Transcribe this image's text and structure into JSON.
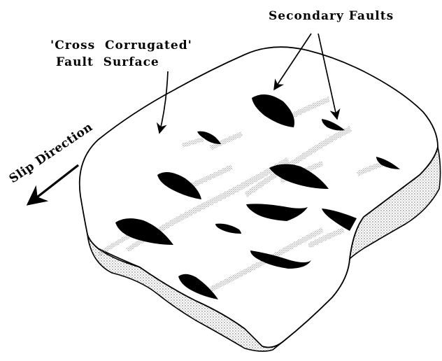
{
  "labels": {
    "secondary_faults": "Secondary Faults",
    "surface_line1": "'Cross  Corrugated'",
    "surface_line2": "Fault  Surface",
    "slip_direction": "Slip Direction"
  },
  "colors": {
    "ink": "#000000",
    "stipple": "#9a9a9a",
    "paper": "#ffffff"
  }
}
